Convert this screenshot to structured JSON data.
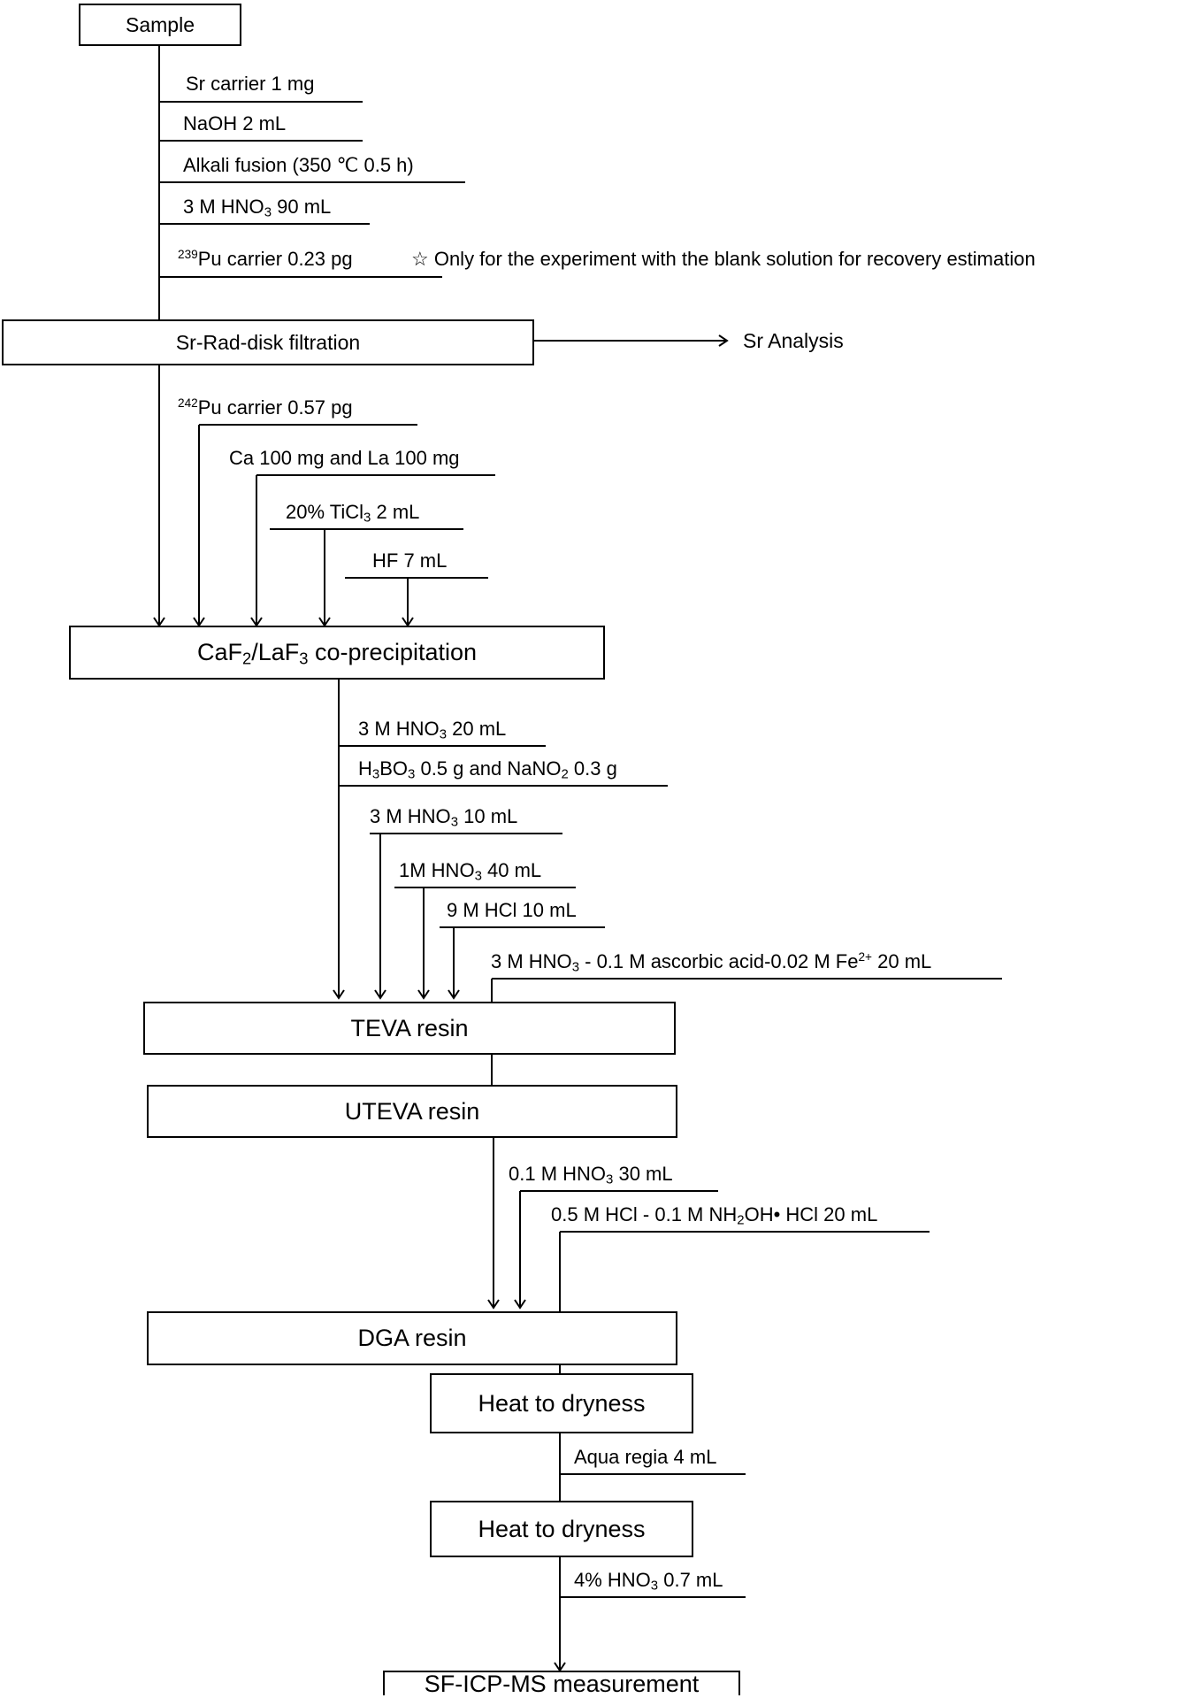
{
  "boxes": {
    "sample": "Sample",
    "sr_filtration": "Sr-Rad-disk filtration",
    "coprecipitation": [
      "CaF",
      "2",
      "/LaF",
      "3",
      " co-precipitation"
    ],
    "teva": "TEVA resin",
    "uteva": "UTEVA resin",
    "dga": "DGA resin",
    "heat1": "Heat to dryness",
    "heat2": "Heat to dryness",
    "sficpms": "SF-ICP-MS measurement"
  },
  "side_output": "Sr Analysis",
  "step1": {
    "sr_carrier": "Sr carrier 1 mg",
    "naoh": "NaOH 2 mL",
    "alkali": "Alkali fusion (350 ℃ 0.5 h)",
    "hno3": [
      "3 M HNO",
      "3",
      " 90 mL"
    ],
    "pu239": [
      "239",
      "Pu carrier  0.23 pg"
    ],
    "note": "☆ Only for the experiment with the blank solution for recovery estimation"
  },
  "step2": {
    "pu242": [
      "242",
      "Pu carrier  0.57 pg"
    ],
    "ca_la": "Ca 100 mg and La 100 mg",
    "ticl3": [
      "20% TiCl",
      "3",
      " 2 mL"
    ],
    "hf": "HF 7 mL"
  },
  "step3": {
    "hno3_20": [
      "3 M HNO",
      "3",
      " 20 mL"
    ],
    "h3bo3": [
      "H",
      "3",
      "BO",
      "3",
      " 0.5 g and  NaNO",
      "2",
      " 0.3 g"
    ],
    "hno3_10": [
      "3 M HNO",
      "3",
      "  10 mL"
    ],
    "hno3_40": [
      "1M HNO",
      "3",
      "  40 mL"
    ],
    "hcl": "9 M HCl  10 mL",
    "ascorbic": [
      "3 M HNO",
      "3",
      " - 0.1 M ascorbic acid-0.02 M Fe",
      "2+",
      " 20 mL"
    ]
  },
  "step4": {
    "hno3_30": [
      "0.1 M HNO",
      "3",
      " 30 mL"
    ],
    "nh2oh": [
      "0.5 M HCl - 0.1 M NH",
      "2",
      "OH• HCl 20 mL"
    ]
  },
  "step5": {
    "aqua": "Aqua regia 4 mL",
    "hno3_07": [
      "4% HNO",
      "3",
      " 0.7 mL"
    ]
  }
}
